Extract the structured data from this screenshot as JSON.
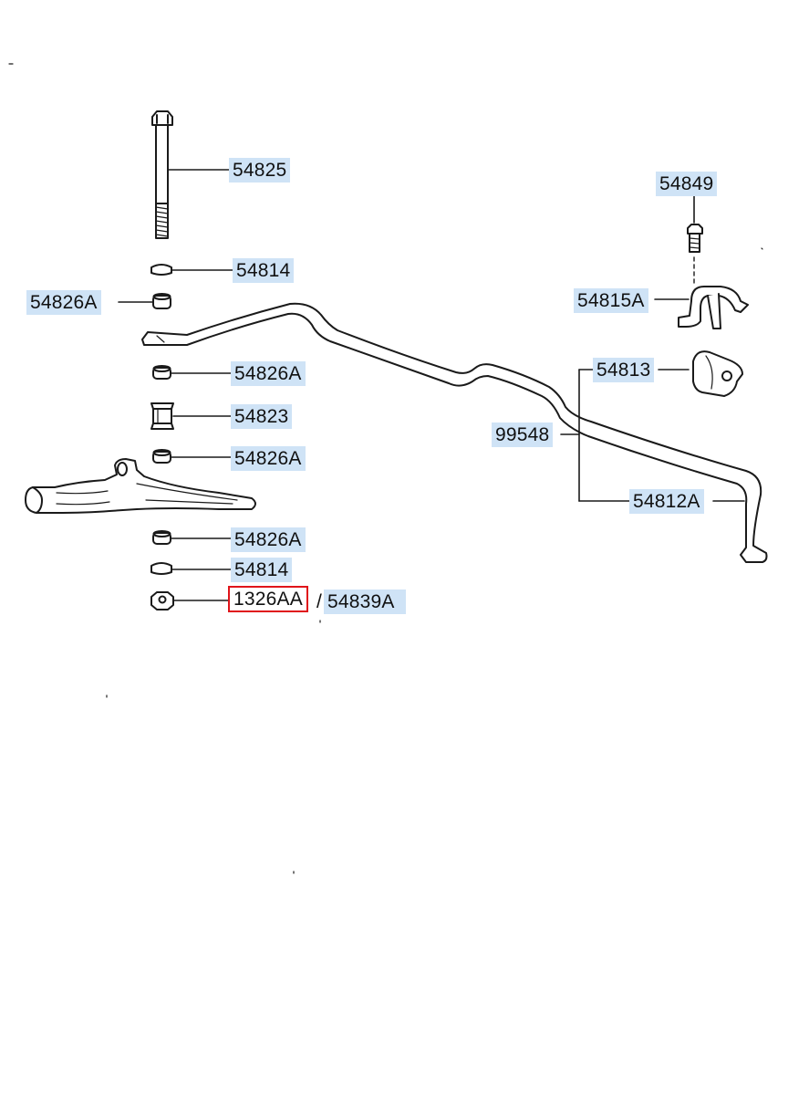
{
  "parts": {
    "p54825": "54825",
    "p54814_top": "54814",
    "p54826a_left": "54826A",
    "p54826a_1": "54826A",
    "p54823": "54823",
    "p54826a_2": "54826A",
    "p54826a_3": "54826A",
    "p54814_bottom": "54814",
    "p1326aa": "1326AA",
    "slash": "/",
    "p54839a": "54839A",
    "p54849": "54849",
    "p54815a": "54815A",
    "p54813": "54813",
    "p99548": "99548",
    "p54812a": "54812A"
  },
  "selected_part": "1326AA",
  "colors": {
    "label_highlight": "#cfe3f6",
    "selection_border": "#e0141a",
    "line_art": "#1a1a1a"
  }
}
